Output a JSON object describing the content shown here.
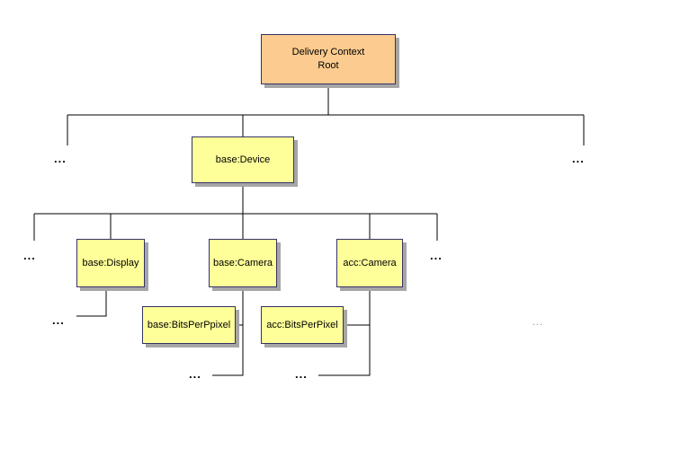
{
  "nodes": {
    "root": {
      "line1": "Delivery Context",
      "line2": "Root"
    },
    "device": {
      "label": "base:Device"
    },
    "display": {
      "label": "base:Display"
    },
    "base_camera": {
      "label": "base:Camera"
    },
    "acc_camera": {
      "label": "acc:Camera"
    },
    "base_bits": {
      "label": "base:BitsPerPpixel"
    },
    "acc_bits": {
      "label": "acc:BitsPerPixel"
    }
  },
  "ellipsis": "...",
  "tree": {
    "label": "Delivery Context Root",
    "children": [
      "...",
      {
        "label": "base:Device",
        "children": [
          "...",
          {
            "label": "base:Display",
            "children": [
              "..."
            ]
          },
          {
            "label": "base:Camera",
            "children": [
              "base:BitsPerPpixel",
              "..."
            ]
          },
          {
            "label": "acc:Camera",
            "children": [
              "acc:BitsPerPixel",
              "..."
            ]
          },
          "..."
        ]
      },
      "..."
    ]
  },
  "colors": {
    "background": "#FFFFFF",
    "root_fill": "#FBCB8F",
    "node_fill": "#FFFF99",
    "border": "#333366",
    "shadow": "#A6A6A6",
    "line": "#000000"
  }
}
